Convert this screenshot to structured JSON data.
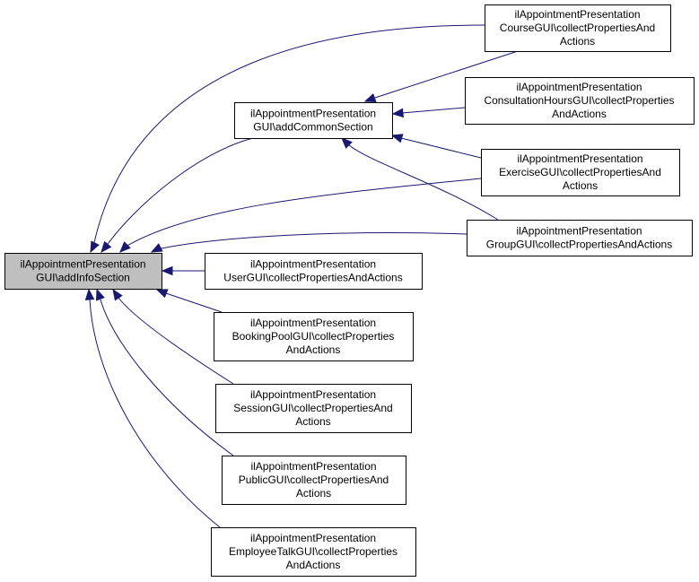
{
  "colors": {
    "edge": "#191970",
    "root_fill": "#bfbfbf",
    "node_fill": "#ffffff",
    "border": "#000000"
  },
  "nodes": {
    "addInfoSection": [
      "ilAppointmentPresentation",
      "GUI\\addInfoSection"
    ],
    "addCommonSection": [
      "ilAppointmentPresentation",
      "GUI\\addCommonSection"
    ],
    "course": [
      "ilAppointmentPresentation",
      "CourseGUI\\collectPropertiesAnd",
      "Actions"
    ],
    "consultation": [
      "ilAppointmentPresentation",
      "ConsultationHoursGUI\\collectProperties",
      "AndActions"
    ],
    "exercise": [
      "ilAppointmentPresentation",
      "ExerciseGUI\\collectPropertiesAnd",
      "Actions"
    ],
    "group": [
      "ilAppointmentPresentation",
      "GroupGUI\\collectPropertiesAndActions"
    ],
    "user": [
      "ilAppointmentPresentation",
      "UserGUI\\collectPropertiesAndActions"
    ],
    "bookingpool": [
      "ilAppointmentPresentation",
      "BookingPoolGUI\\collectProperties",
      "AndActions"
    ],
    "session": [
      "ilAppointmentPresentation",
      "SessionGUI\\collectPropertiesAnd",
      "Actions"
    ],
    "public": [
      "ilAppointmentPresentation",
      "PublicGUI\\collectPropertiesAnd",
      "Actions"
    ],
    "employeetalk": [
      "ilAppointmentPresentation",
      "EmployeeTalkGUI\\collectProperties",
      "AndActions"
    ]
  },
  "edges": [
    {
      "from": "course",
      "to": "addInfoSection"
    },
    {
      "from": "exercise",
      "to": "addInfoSection"
    },
    {
      "from": "group",
      "to": "addInfoSection"
    },
    {
      "from": "addCommonSection",
      "to": "addInfoSection"
    },
    {
      "from": "user",
      "to": "addInfoSection"
    },
    {
      "from": "bookingpool",
      "to": "addInfoSection"
    },
    {
      "from": "session",
      "to": "addInfoSection"
    },
    {
      "from": "public",
      "to": "addInfoSection"
    },
    {
      "from": "employeetalk",
      "to": "addInfoSection"
    },
    {
      "from": "course",
      "to": "addCommonSection"
    },
    {
      "from": "consultation",
      "to": "addCommonSection"
    },
    {
      "from": "exercise",
      "to": "addCommonSection"
    },
    {
      "from": "group",
      "to": "addCommonSection"
    }
  ]
}
